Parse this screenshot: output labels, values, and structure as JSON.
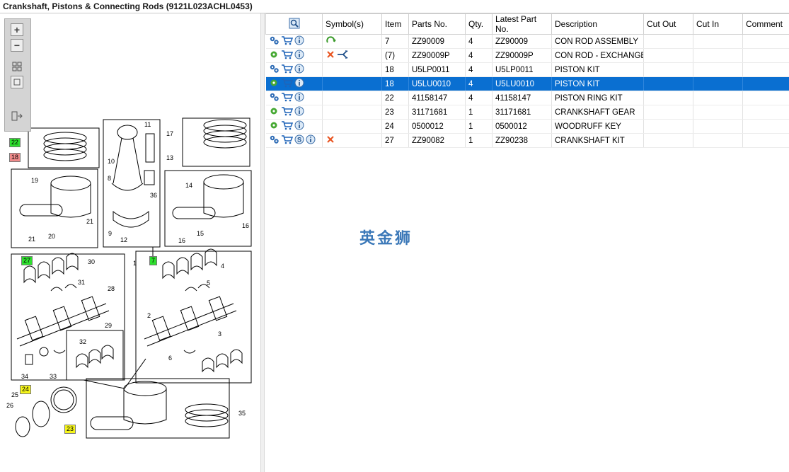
{
  "title": "Crankshaft, Pistons & Connecting Rods (9121L023ACHL0453)",
  "watermark": "英金狮",
  "zoom_toolbar": {
    "zoom_in_icon": "plus-icon",
    "zoom_out_icon": "minus-icon",
    "fit_icon": "grid-icon",
    "actual_icon": "square-icon",
    "export_icon": "export-icon"
  },
  "callouts": {
    "c22": "22",
    "c18": "18",
    "c27": "27",
    "c7": "7",
    "c24": "24",
    "c23": "23"
  },
  "diagram_labels": [
    "11",
    "10",
    "8",
    "36",
    "9",
    "12",
    "17",
    "13",
    "14",
    "16",
    "15",
    "19",
    "21",
    "20",
    "30",
    "31",
    "28",
    "29",
    "32",
    "34",
    "33",
    "1",
    "4",
    "5",
    "2",
    "3",
    "6",
    "25",
    "26",
    "35"
  ],
  "table": {
    "headers": [
      "",
      "Symbol(s)",
      "Item",
      "Parts No.",
      "Qty.",
      "Latest Part No.",
      "Description",
      "Cut Out",
      "Cut In",
      "Comment"
    ],
    "rows": [
      {
        "item": "7",
        "part": "ZZ90009",
        "qty": "4",
        "latest": "ZZ90009",
        "desc": "CON ROD ASSEMBLY",
        "symbols": [
          "replace-icon"
        ],
        "s_icon": false,
        "selected": false
      },
      {
        "item": "(7)",
        "part": "ZZ90009P",
        "qty": "4",
        "latest": "ZZ90009P",
        "desc": "CON ROD - EXCHANGE",
        "symbols": [
          "cross-icon",
          "exchange-icon"
        ],
        "s_icon": false,
        "selected": false
      },
      {
        "item": "18",
        "part": "U5LP0011",
        "qty": "4",
        "latest": "U5LP0011",
        "desc": "PISTON KIT",
        "symbols": [],
        "s_icon": false,
        "selected": false
      },
      {
        "item": "18",
        "part": "U5LU0010",
        "qty": "4",
        "latest": "U5LU0010",
        "desc": "PISTON KIT",
        "symbols": [],
        "s_icon": false,
        "selected": true
      },
      {
        "item": "22",
        "part": "41158147",
        "qty": "4",
        "latest": "41158147",
        "desc": "PISTON RING KIT",
        "symbols": [],
        "s_icon": false,
        "selected": false
      },
      {
        "item": "23",
        "part": "31171681",
        "qty": "1",
        "latest": "31171681",
        "desc": "CRANKSHAFT GEAR",
        "symbols": [],
        "s_icon": false,
        "selected": false
      },
      {
        "item": "24",
        "part": "0500012",
        "qty": "1",
        "latest": "0500012",
        "desc": "WOODRUFF KEY",
        "symbols": [],
        "s_icon": false,
        "selected": false
      },
      {
        "item": "27",
        "part": "ZZ90082",
        "qty": "1",
        "latest": "ZZ90238",
        "desc": "CRANKSHAFT KIT",
        "symbols": [
          "cross-icon"
        ],
        "s_icon": true,
        "selected": false
      }
    ]
  },
  "colors": {
    "selection": "#0a6fd1",
    "watermark": "#3b78b8",
    "callout_green": "#2ee02e",
    "callout_yellow": "#f5f51a",
    "callout_red": "#f08a8a"
  }
}
